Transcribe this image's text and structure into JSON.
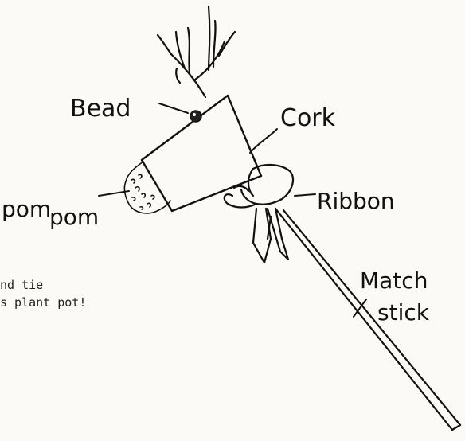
{
  "labels": {
    "bead": "Bead",
    "cork": "Cork",
    "ribbon": "Ribbon",
    "pompom_line1": "pom",
    "pompom_line2": "pom",
    "match_line1": "Match",
    "match_line2": "stick"
  },
  "caption": {
    "line1": "nd tie",
    "line2": "s plant pot!"
  },
  "colors": {
    "ink": "#111111",
    "paper": "#fbfaf7"
  }
}
